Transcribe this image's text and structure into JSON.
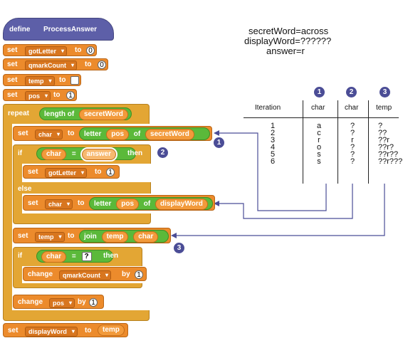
{
  "script": {
    "hat_define": "define",
    "hat_name": "ProcessAnswer",
    "set_kw": "set",
    "to_kw": "to",
    "by_kw": "by",
    "of_kw": "of",
    "then_kw": "then",
    "if_kw": "if",
    "else_kw": "else",
    "repeat_kw": "repeat",
    "length_kw": "length of",
    "letter_kw": "letter",
    "join_kw": "join",
    "change_kw": "change",
    "eq": "=",
    "vars": {
      "gotLetter": "gotLetter",
      "qmarkCount": "qmarkCount",
      "temp": "temp",
      "pos": "pos",
      "char": "char",
      "secretWord": "secretWord",
      "displayWord": "displayWord",
      "answer": "answer"
    },
    "vals": {
      "zero": "0",
      "zero2": "0",
      "one": "1",
      "one_got": "1",
      "one_q": "1",
      "one_pos": "1",
      "empty": "",
      "question": "?"
    }
  },
  "notes": {
    "line1": "secretWord=across",
    "line2": "displayWord=??????",
    "line3": "answer=r"
  },
  "table": {
    "headers": [
      "Iteration",
      "char",
      "char",
      "temp"
    ],
    "badges": [
      "1",
      "2",
      "3"
    ],
    "iteration": "1\n2\n3\n4\n5\n6",
    "char1": "a\nc\nr\no\ns\ns",
    "char2": "?\n?\nr\n?\n?\n?",
    "temp": "?\n??\n??r\n??r?\n??r??\n??r???"
  },
  "callouts": [
    "1",
    "2",
    "3"
  ]
}
